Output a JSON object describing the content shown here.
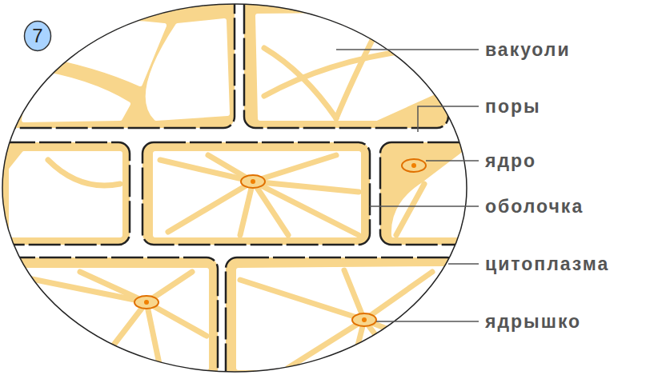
{
  "diagram": {
    "nodes": [
      {
        "text": [
          "7"
        ]
      }
    ],
    "labels": [
      "вакуоли",
      "поры",
      "ядро",
      "оболочка",
      "цитоплазма",
      "ядрышко"
    ]
  }
}
